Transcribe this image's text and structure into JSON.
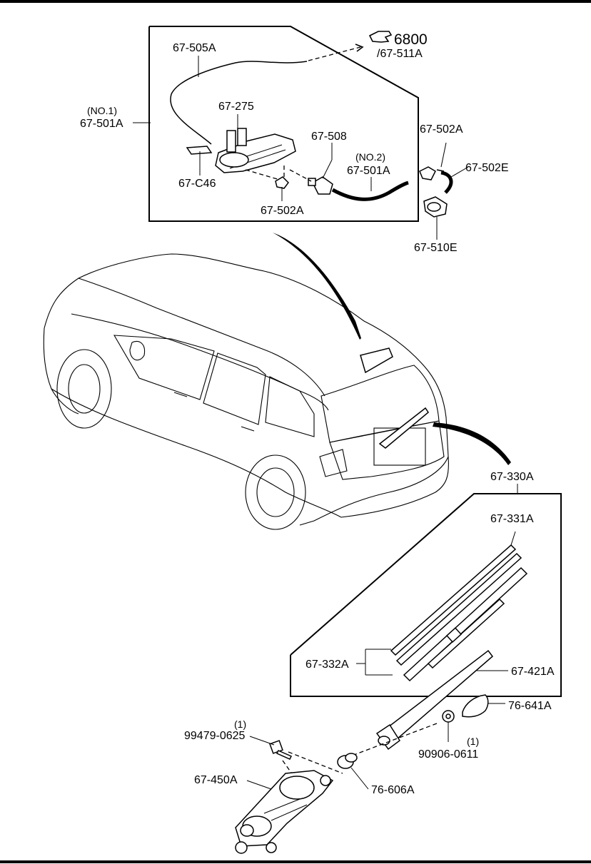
{
  "labels": {
    "hose_67_505A": "67-505A",
    "ref_6800": "6800",
    "ref_67_511A": "/67-511A",
    "no1": "(NO.1)",
    "hose_67_501A_no1": "67-501A",
    "part_67_275": "67-275",
    "part_67_508": "67-508",
    "no2": "(NO.2)",
    "hose_67_501A_no2": "67-501A",
    "part_67_C46": "67-C46",
    "part_67_502A_inner": "67-502A",
    "part_67_502A_right": "67-502A",
    "part_67_502E": "67-502E",
    "part_67_510E": "67-510E",
    "part_67_330A": "67-330A",
    "part_67_331A": "67-331A",
    "part_67_332A": "67-332A",
    "part_67_421A": "67-421A",
    "part_76_641A": "76-641A",
    "qty_bolt": "(1)",
    "part_99479_0625": "99479-0625",
    "qty_nut": "(1)",
    "part_90906_0611": "90906-0611",
    "part_67_450A": "67-450A",
    "part_76_606A": "76-606A"
  }
}
